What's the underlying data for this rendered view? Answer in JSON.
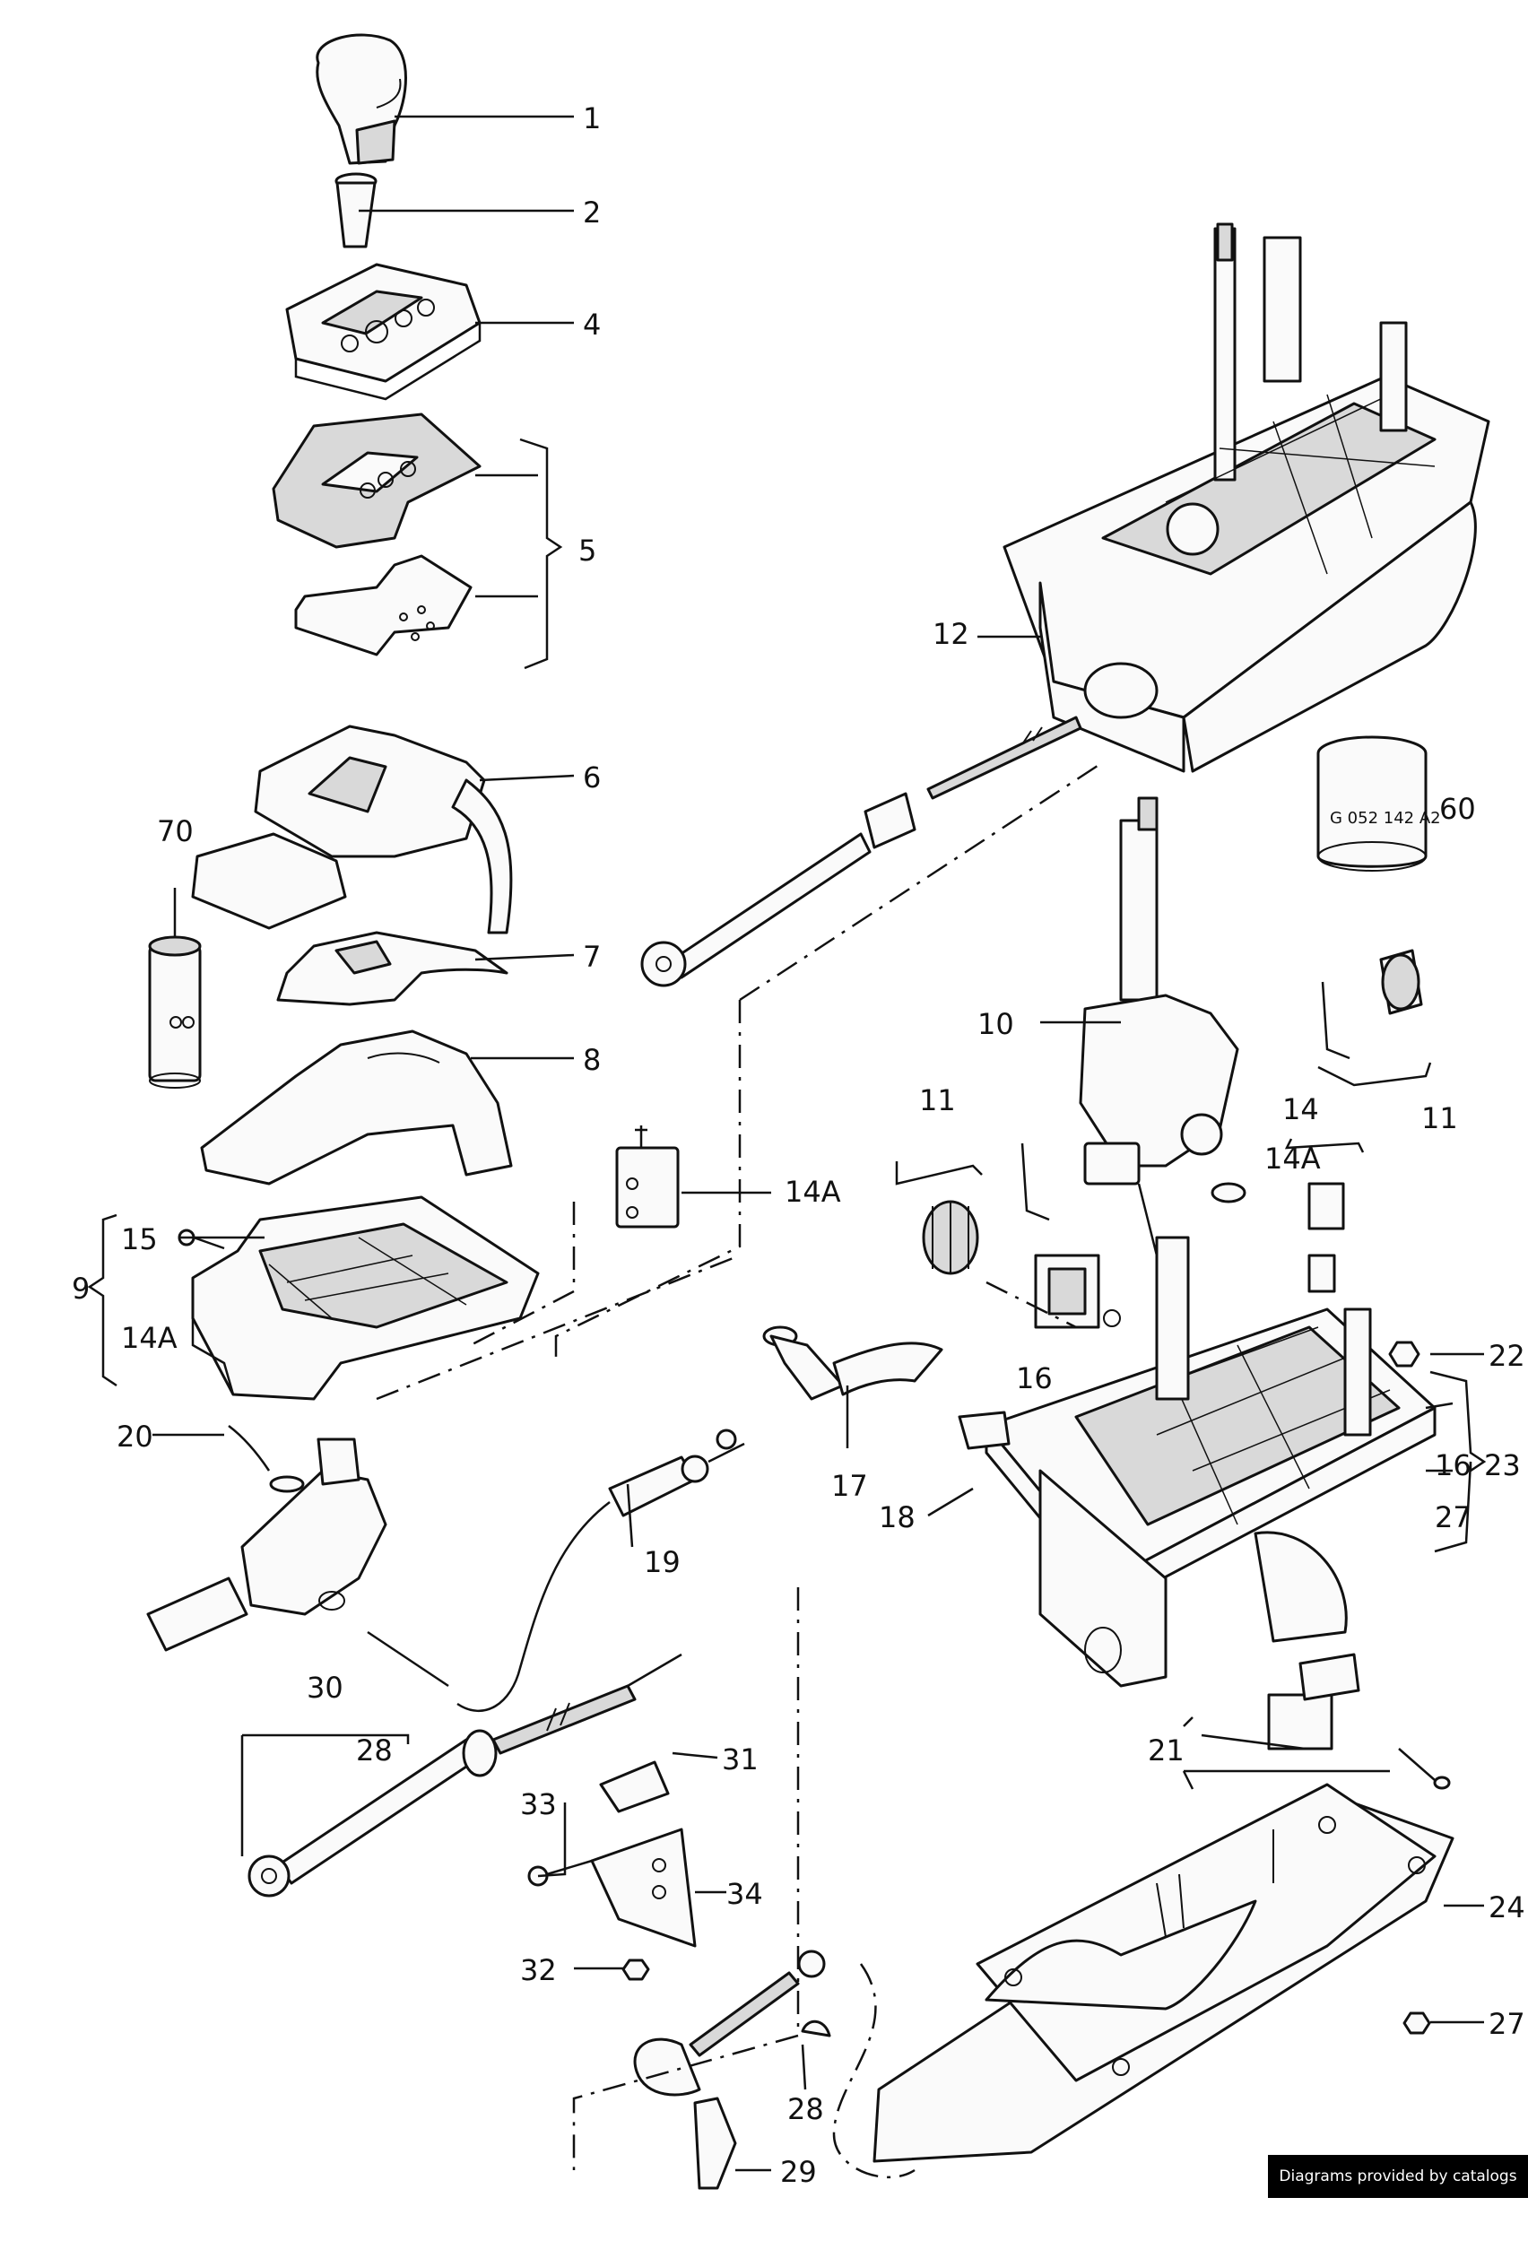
{
  "labels": {
    "c1": "1",
    "c2": "2",
    "c4": "4",
    "c5": "5",
    "c6": "6",
    "c7": "7",
    "c8": "8",
    "c9": "9",
    "c10": "10",
    "c11a": "11",
    "c11b": "11",
    "c12": "12",
    "c14": "14",
    "c14a_top": "14A",
    "c14a_mid": "14A",
    "c14a_left": "14A",
    "c15": "15",
    "c16a": "16",
    "c16b": "16",
    "c17": "17",
    "c18": "18",
    "c19": "19",
    "c20": "20",
    "c21": "21",
    "c22": "22",
    "c23": "23",
    "c24": "24",
    "c27a": "27",
    "c27b": "27",
    "c28a": "28",
    "c28b": "28",
    "c29": "29",
    "c30": "30",
    "c31": "31",
    "c32": "32",
    "c33": "33",
    "c34": "34",
    "c60": "60",
    "c70": "70"
  },
  "part_marking": "G 052 142 A2",
  "footer": {
    "credit": "Diagrams provided by catalogs parts"
  }
}
